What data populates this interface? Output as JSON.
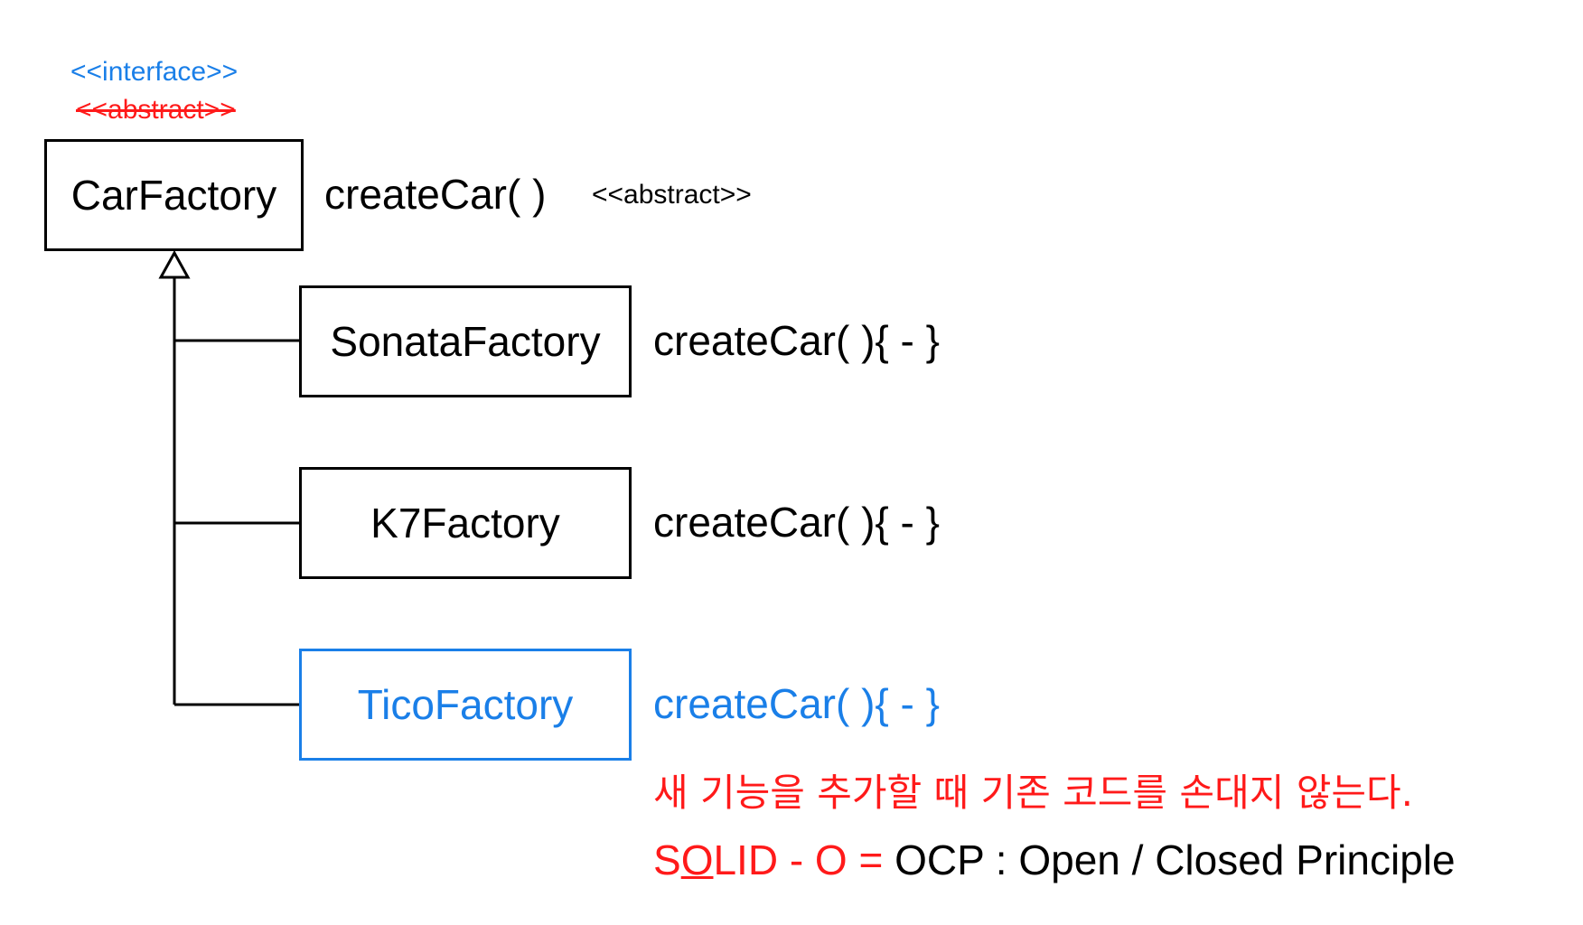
{
  "colors": {
    "blue": "#1a7fe8",
    "red": "#ff1a1a",
    "black": "#000000"
  },
  "stereotypes": {
    "interface": "<<interface>>",
    "abstract_struck": "<<abstract>>"
  },
  "base_class": {
    "name": "CarFactory",
    "method": "createCar( )",
    "method_stereotype": "<<abstract>>"
  },
  "subclasses": [
    {
      "name": "SonataFactory",
      "method": "createCar( ){ - }",
      "highlight": false
    },
    {
      "name": "K7Factory",
      "method": "createCar( ){ - }",
      "highlight": false
    },
    {
      "name": "TicoFactory",
      "method": "createCar( ){ - }",
      "highlight": true
    }
  ],
  "note": {
    "korean": "새 기능을 추가할 때 기존 코드를 손대지 않는다.",
    "solid_prefix_s": "S",
    "solid_prefix_o": "O",
    "solid_prefix_rest": "LID - O = ",
    "solid_suffix": "OCP : Open / Closed Principle"
  }
}
